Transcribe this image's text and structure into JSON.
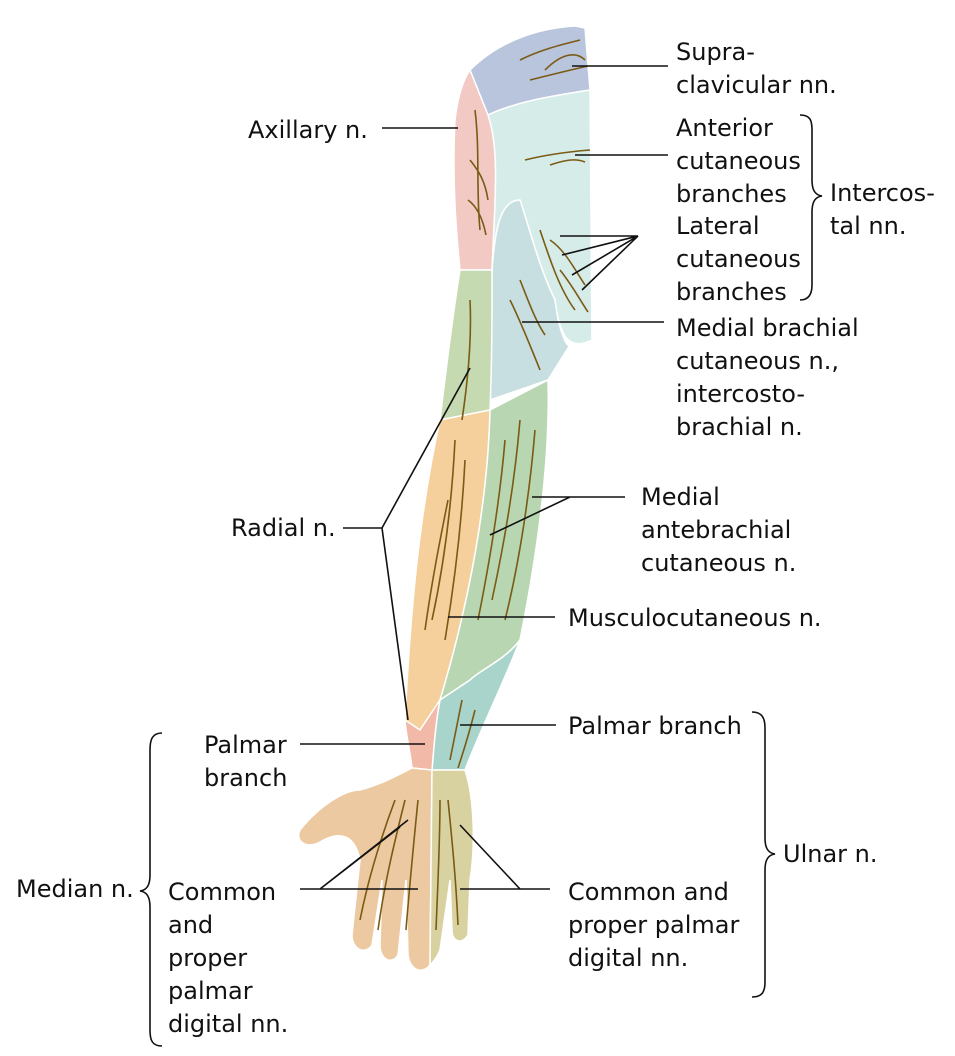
{
  "labels": {
    "supraclavicular": "Supra-\nclavicular nn.",
    "axillary": "Axillary n.",
    "anterior_cutaneous": "Anterior\ncutaneous\nbranches",
    "intercostal": "Intercos-\ntal nn.",
    "lateral_cutaneous": "Lateral\ncutaneous\nbranches",
    "medial_brachial": "Medial brachial\ncutaneous n.,\nintercosto-\nbrachial n.",
    "radial": "Radial n.",
    "medial_antebrachial": "Medial\nantebrachial\ncutaneous n.",
    "musculocutaneous": "Musculocutaneous n.",
    "palmar_branch_median": "Palmar\nbranch",
    "palmar_branch_ulnar": "Palmar branch",
    "ulnar": "Ulnar n.",
    "median": "Median n.",
    "digital_median": "Common\nand\nproper\npalmar\ndigital nn.",
    "digital_ulnar": "Common and\nproper palmar\ndigital nn."
  },
  "regions": {
    "supraclavicular": {
      "color": "#b9c4dd"
    },
    "axillary": {
      "color": "#f3c9c4"
    },
    "intercostal": {
      "color": "#d6ece8"
    },
    "medial_brachial": {
      "color": "#c7dfe0"
    },
    "radial_arm": {
      "color": "#c5dab0"
    },
    "radial_forearm": {
      "color": "#f5cf9c"
    },
    "medial_antebrachial": {
      "color": "#b8d6b2"
    },
    "ulnar_forearm": {
      "color": "#a9d4cb"
    },
    "median_palmar": {
      "color": "#f3b9a8"
    },
    "hand_median": {
      "color": "#ecc9a0"
    },
    "hand_ulnar": {
      "color": "#d8d2a0"
    },
    "nerve_lines": {
      "color": "#7a5a14"
    }
  }
}
